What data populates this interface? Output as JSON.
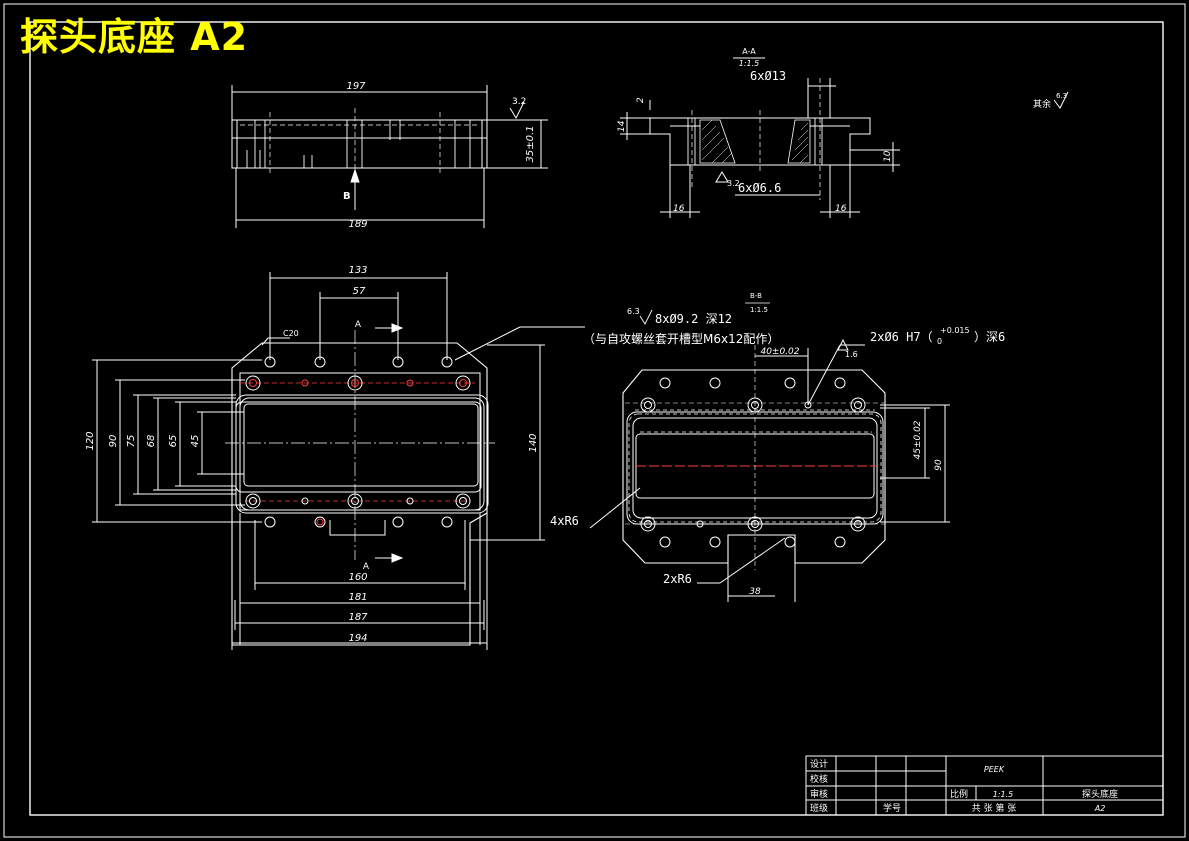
{
  "title": "探头底座 A2",
  "section_label": "A-A",
  "section_scale": "1:1.5",
  "view_label_b": "B",
  "view_label_a": "A",
  "surface_rest": "其余",
  "rough": {
    "r32": "3.2",
    "r63": "6.3",
    "r16": "1.6"
  },
  "top_view": {
    "dims": {
      "d197": "197",
      "d189": "189",
      "d35": "35±0.1"
    }
  },
  "section_view": {
    "holes_top": "6xØ13",
    "holes_bottom": "6xØ6.6",
    "dims": {
      "d2": "2",
      "d14": "14",
      "d10": "10",
      "d16a": "16",
      "d16b": "16"
    }
  },
  "front_view": {
    "dims": {
      "d133": "133",
      "d57": "57",
      "d120": "120",
      "d90": "90",
      "d75": "75",
      "d68": "68",
      "d65": "65",
      "d45": "45",
      "d140": "140",
      "d160": "160",
      "d181": "181",
      "d187": "187",
      "d194": "194",
      "c20": "C20"
    }
  },
  "bottom_view": {
    "dims": {
      "d40": "40±0.02",
      "d45": "45±0.02",
      "d90": "90",
      "d38": "38"
    }
  },
  "notes": {
    "thread": "8xØ9.2 深12",
    "thread_note": "（与自攻螺丝套开槽型M6x12配作）",
    "bb_label": "B-B",
    "bb_scale": "1:1.5",
    "pin": "2xØ6 H7（",
    "pin_tol_upper": "+0.015",
    "pin_tol_lower": "0",
    "pin_end": "）深6",
    "r6_4": "4xR6",
    "r6_2": "2xR6"
  },
  "title_block": {
    "design": "设计",
    "check": "校核",
    "review": "审核",
    "class": "班级",
    "student_no": "学号",
    "material": "PEEK",
    "scale_label": "比例",
    "scale_value": "1:1.5",
    "part_name": "探头底座",
    "sheets": "共  张  第  张",
    "sheet_size": "A2"
  },
  "colors": {
    "background": "#000000",
    "line": "#ffffff",
    "title": "#ffff00",
    "center": "#ff0000"
  }
}
